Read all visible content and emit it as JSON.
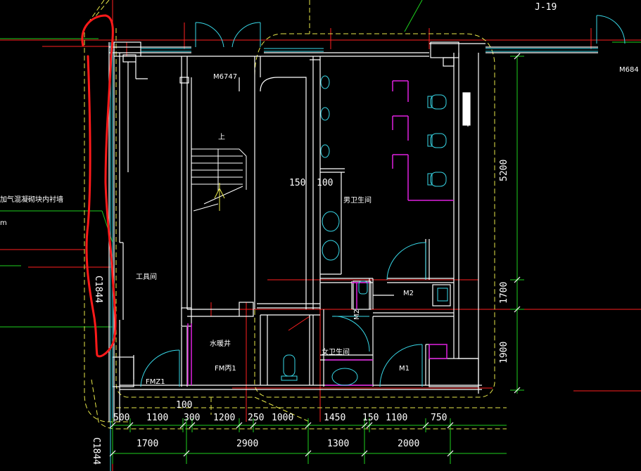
{
  "drawing": {
    "grid_label": "J-19",
    "door_labels": {
      "m6747": "M6747",
      "m684": "M684",
      "m2_top": "M2",
      "m2_side": "M2",
      "m1": "M1",
      "fmz1": "FMZ1",
      "fm_bing1": "FM丙1"
    },
    "room_labels": {
      "tool_room": "工具间",
      "water_well": "水暖井",
      "male_toilet": "男卫生间",
      "female_toilet": "女卫生间",
      "stair_up": "上"
    },
    "wall_note_line1": "加气混凝砌块内衬墙",
    "wall_note_line2": "m",
    "window_labels": {
      "c1844_left": "C1844",
      "c1844_bottom": "C1844"
    },
    "inner_dims": [
      "150",
      "100"
    ],
    "bottom_dims_row1": [
      "500",
      "1100",
      "300",
      "1200",
      "250",
      "1000",
      "1450",
      "150",
      "1100",
      "750"
    ],
    "bottom_dims_row2": [
      "1700",
      "2900",
      "1300",
      "2000"
    ],
    "small_dim": "100",
    "right_dims": [
      "5200",
      "1700",
      "1900"
    ]
  },
  "colors": {
    "background": "#000000",
    "wall": "#ffffff",
    "axis_red": "#ff2020",
    "yellow_dash": "#e8e84a",
    "cyan": "#38d8e8",
    "magenta": "#e020e0",
    "green": "#1ed01e",
    "markup_red": "#ff1a1a"
  }
}
